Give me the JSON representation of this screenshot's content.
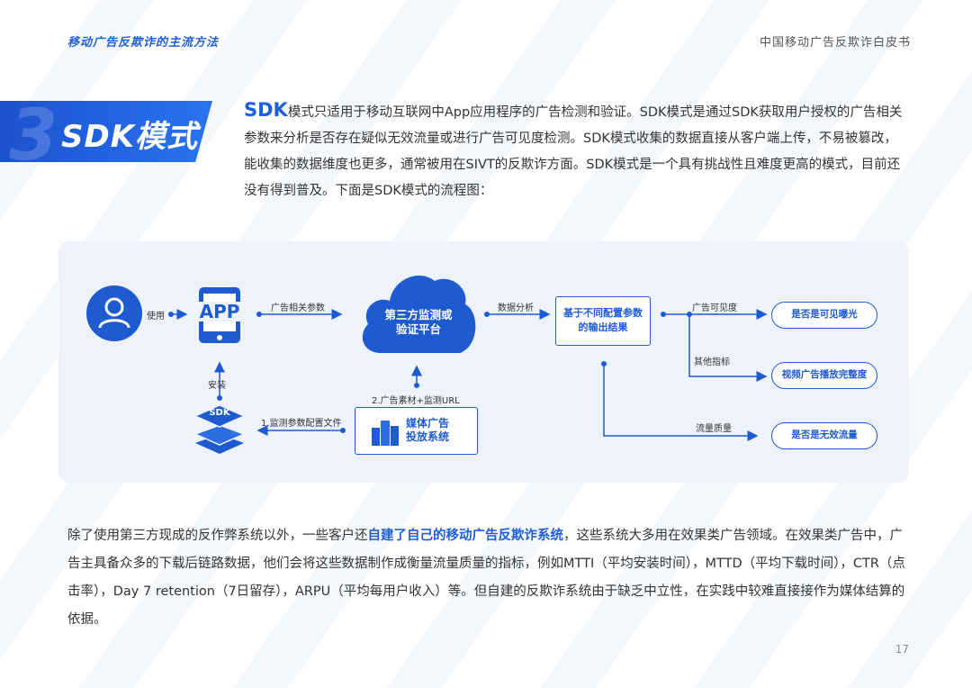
{
  "header": {
    "left": "移动广告反欺诈的主流方法",
    "right": "中国移动广告反欺诈白皮书"
  },
  "section": {
    "number": "3",
    "title": "SDK模式"
  },
  "intro": {
    "lead": "SDK",
    "text": "模式只适用于移动互联网中App应用程序的广告检测和验证。SDK模式是通过SDK获取用户授权的广告相关参数来分析是否存在疑似无效流量或进行广告可见度检测。SDK模式收集的数据直接从客户端上传，不易被篡改，能收集的数据维度也更多，通常被用在SIVT的反欺诈方面。SDK模式是一个具有挑战性且难度更高的模式，目前还没有得到普及。下面是SDK模式的流程图："
  },
  "diagram": {
    "user_to_app": "使用",
    "app_label": "APP",
    "app_to_platform": "广告相关参数",
    "platform": [
      "第三方监测或",
      "验证平台"
    ],
    "platform_to_result": "数据分析",
    "result": [
      "基于不同配置参数",
      "的输出结果"
    ],
    "install": "安装",
    "sdk_label": "SDK",
    "media_to_sdk": "1.监测参数配置文件",
    "media_to_platform": "2.广告素材+监测URL",
    "media": [
      "媒体广告",
      "投放系统"
    ],
    "branches": [
      {
        "label": "广告可见度",
        "output": "是否是可见曝光"
      },
      {
        "label": "其他指标",
        "output": "视频广告播放完整度"
      },
      {
        "label": "流量质量",
        "output": "是否是无效流量"
      }
    ]
  },
  "paragraph": {
    "part1": "除了使用第三方现成的反作弊系统以外，一些客户还",
    "highlight": "自建了自己的移动广告反欺诈系统",
    "part2": "，这些系统大多用在效果类广告领域。在效果类广告中，广告主具备众多的下载后链路数据，他们会将这些数据制作成衡量流量质量的指标，例如MTTI（平均安装时间），MTTD（平均下载时间），CTR（点击率），Day 7 retention（7日留存），ARPU（平均每用户收入）等。但自建的反欺诈系统由于缺乏中立性，在实践中较难直接接作为媒体结算的依据。"
  },
  "page_number": "17",
  "colors": {
    "accent": "#1f5bd0",
    "panel": "#eef3fb"
  }
}
